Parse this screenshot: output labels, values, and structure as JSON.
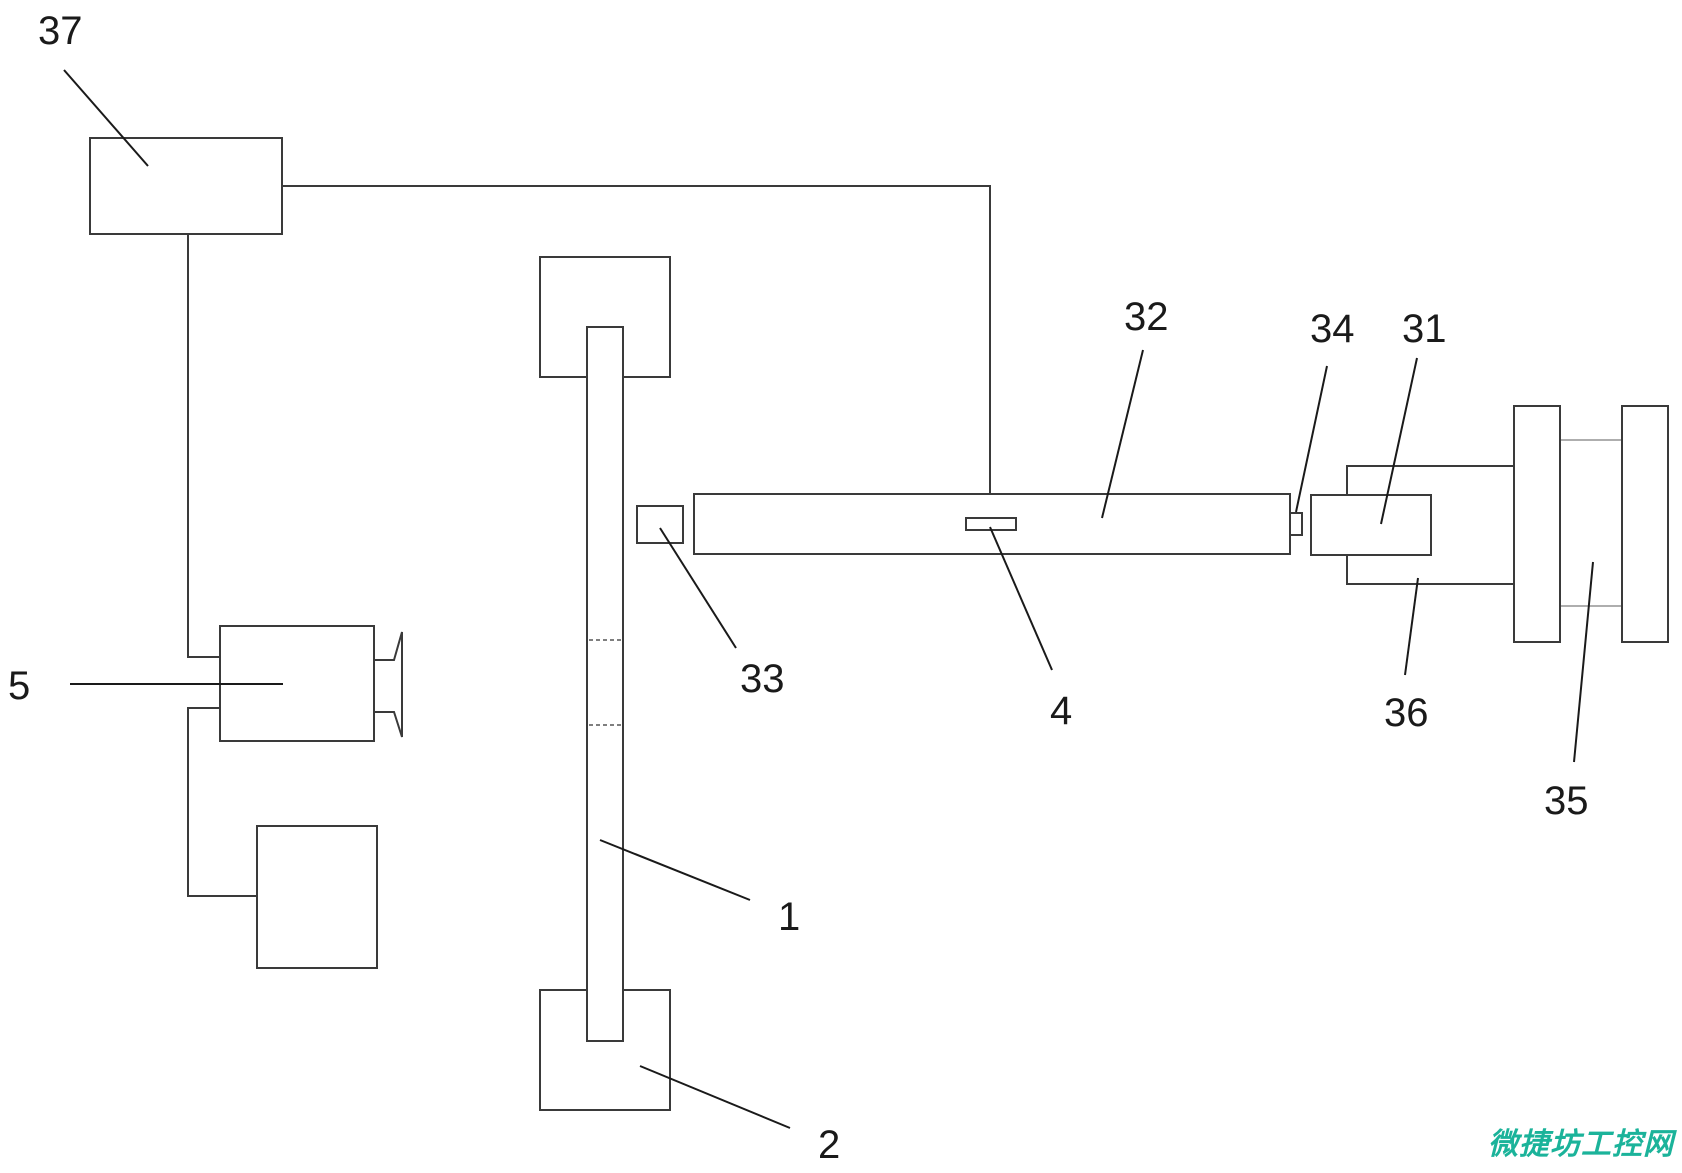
{
  "diagram": {
    "labels": {
      "l1": "1",
      "l2": "2",
      "l4": "4",
      "l5": "5",
      "l31": "31",
      "l32": "32",
      "l33": "33",
      "l34": "34",
      "l35": "35",
      "l36": "36",
      "l37": "37"
    },
    "colors": {
      "stroke": "#3a3a3a",
      "label": "#1a1a1a",
      "watermark": "#1bb39a"
    }
  },
  "watermark": {
    "text": "微捷坊工控网"
  }
}
